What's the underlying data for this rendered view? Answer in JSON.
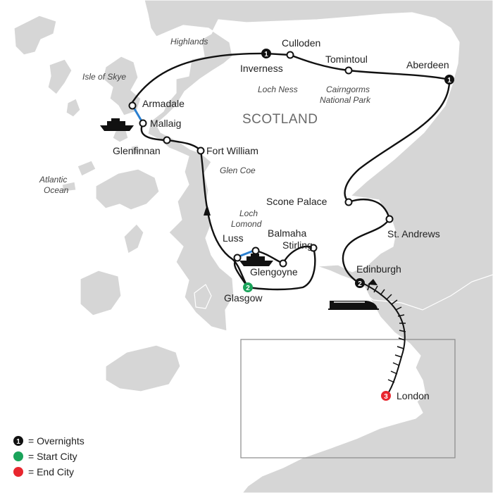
{
  "map": {
    "country_label": "SCOTLAND",
    "regions": {
      "highlands": "Highlands",
      "skye": "Isle of Skye",
      "lochness": "Loch Ness",
      "cairngorms_1": "Cairngorms",
      "cairngorms_2": "National Park",
      "atlantic_1": "Atlantic",
      "atlantic_2": "Ocean",
      "glencoe": "Glen Coe",
      "lochlomond_1": "Loch",
      "lochlomond_2": "Lomond"
    },
    "cities": {
      "inverness": "Inverness",
      "culloden": "Culloden",
      "tomintoul": "Tomintoul",
      "aberdeen": "Aberdeen",
      "armadale": "Armadale",
      "mallaig": "Mallaig",
      "glenfinnan": "Glenfinnan",
      "fort_william": "Fort William",
      "scone_palace": "Scone Palace",
      "st_andrews": "St. Andrews",
      "luss": "Luss",
      "balmaha": "Balmaha",
      "stirling": "Stirling",
      "glengoyne": "Glengoyne",
      "edinburgh": "Edinburgh",
      "glasgow": "Glasgow",
      "london": "London"
    },
    "markers": {
      "inverness": "1",
      "aberdeen": "1",
      "glasgow": "2",
      "edinburgh": "2",
      "london": "3"
    },
    "colors": {
      "land": "#d6d6d6",
      "land_border": "#ffffff",
      "route": "#111111",
      "ferry": "#2a7fd0",
      "overnight": "#111111",
      "start": "#1aa35a",
      "end": "#e8262e"
    }
  },
  "legend": {
    "overnights": {
      "marker": "1",
      "label": "= Overnights"
    },
    "start": {
      "label": "= Start City"
    },
    "end": {
      "label": "= End City"
    }
  }
}
